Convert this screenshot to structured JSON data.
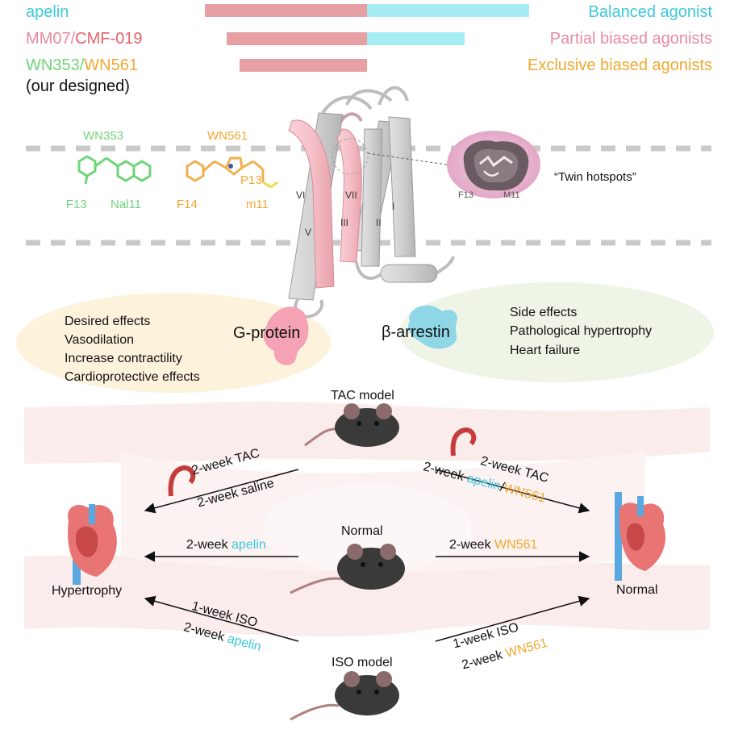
{
  "colors": {
    "balanced": "#3cc8dc",
    "partial": "#e88aa0",
    "exclusive": "#f0a830",
    "mm07": "#e5636c",
    "green": "#6fd57a",
    "gprotein_bar": "#e6a0a4",
    "arrestin_bar": "#a6ecf3",
    "desired_bg": "#fdf2dc",
    "side_bg": "#eef4e6"
  },
  "legend": {
    "apelin": "apelin",
    "mm07": "MM07",
    "slash1": "/",
    "cmf019": "CMF-019",
    "wn353": "WN353",
    "slash2": "/",
    "wn561": "WN561",
    "our_designed": "(our designed)",
    "balanced": "Balanced agonist",
    "partial": "Partial biased agonists",
    "exclusive": "Exclusive biased agonists"
  },
  "bias_bars": [
    {
      "name": "apelin",
      "gprotein": 1.0,
      "arrestin": 1.0
    },
    {
      "name": "MM07/CMF-019",
      "gprotein": 0.87,
      "arrestin": 0.6
    },
    {
      "name": "WN353/WN561",
      "gprotein": 0.78,
      "arrestin": 0.0
    }
  ],
  "molecules": {
    "wn353": "WN353",
    "wn561": "WN561",
    "f13": "F13",
    "nal11": "Nal11",
    "f14": "F14",
    "p13": "P13",
    "m11": "m11"
  },
  "receptor": {
    "helices": [
      "VI",
      "VII",
      "V",
      "III",
      "II",
      "I"
    ],
    "twin_hotspots": "“Twin hotspots”",
    "pocket_f13": "F13",
    "pocket_m11": "M11"
  },
  "gprotein": {
    "label": "G-protein",
    "title": "Desired effects",
    "effects": [
      "Vasodilation",
      "Increase contractility",
      "Cardioprotective effects"
    ]
  },
  "arrestin": {
    "label": "β-arrestin",
    "title": "Side effects",
    "effects": [
      "Pathological hypertrophy",
      "Heart failure"
    ]
  },
  "models": {
    "tac": "TAC model",
    "normal": "Normal",
    "iso": "ISO model"
  },
  "outcomes": {
    "left": "Hypertrophy",
    "right": "Normal"
  },
  "arrows": {
    "tac_left_1": "2-week TAC",
    "tac_left_2": "2-week saline",
    "tac_right_1": "2-week TAC",
    "tac_right_2a": "2-week ",
    "tac_right_2b": "apelin",
    "tac_right_2c": "/",
    "tac_right_2d": "WN561",
    "normal_left_a": "2-week ",
    "normal_left_b": "apelin",
    "normal_right_a": "2-week ",
    "normal_right_b": "WN561",
    "iso_left_1": "1-week ISO",
    "iso_left_2a": "2-week ",
    "iso_left_2b": "apelin",
    "iso_right_1": "1-week ISO",
    "iso_right_2a": "2-week ",
    "iso_right_2b": "WN561"
  }
}
